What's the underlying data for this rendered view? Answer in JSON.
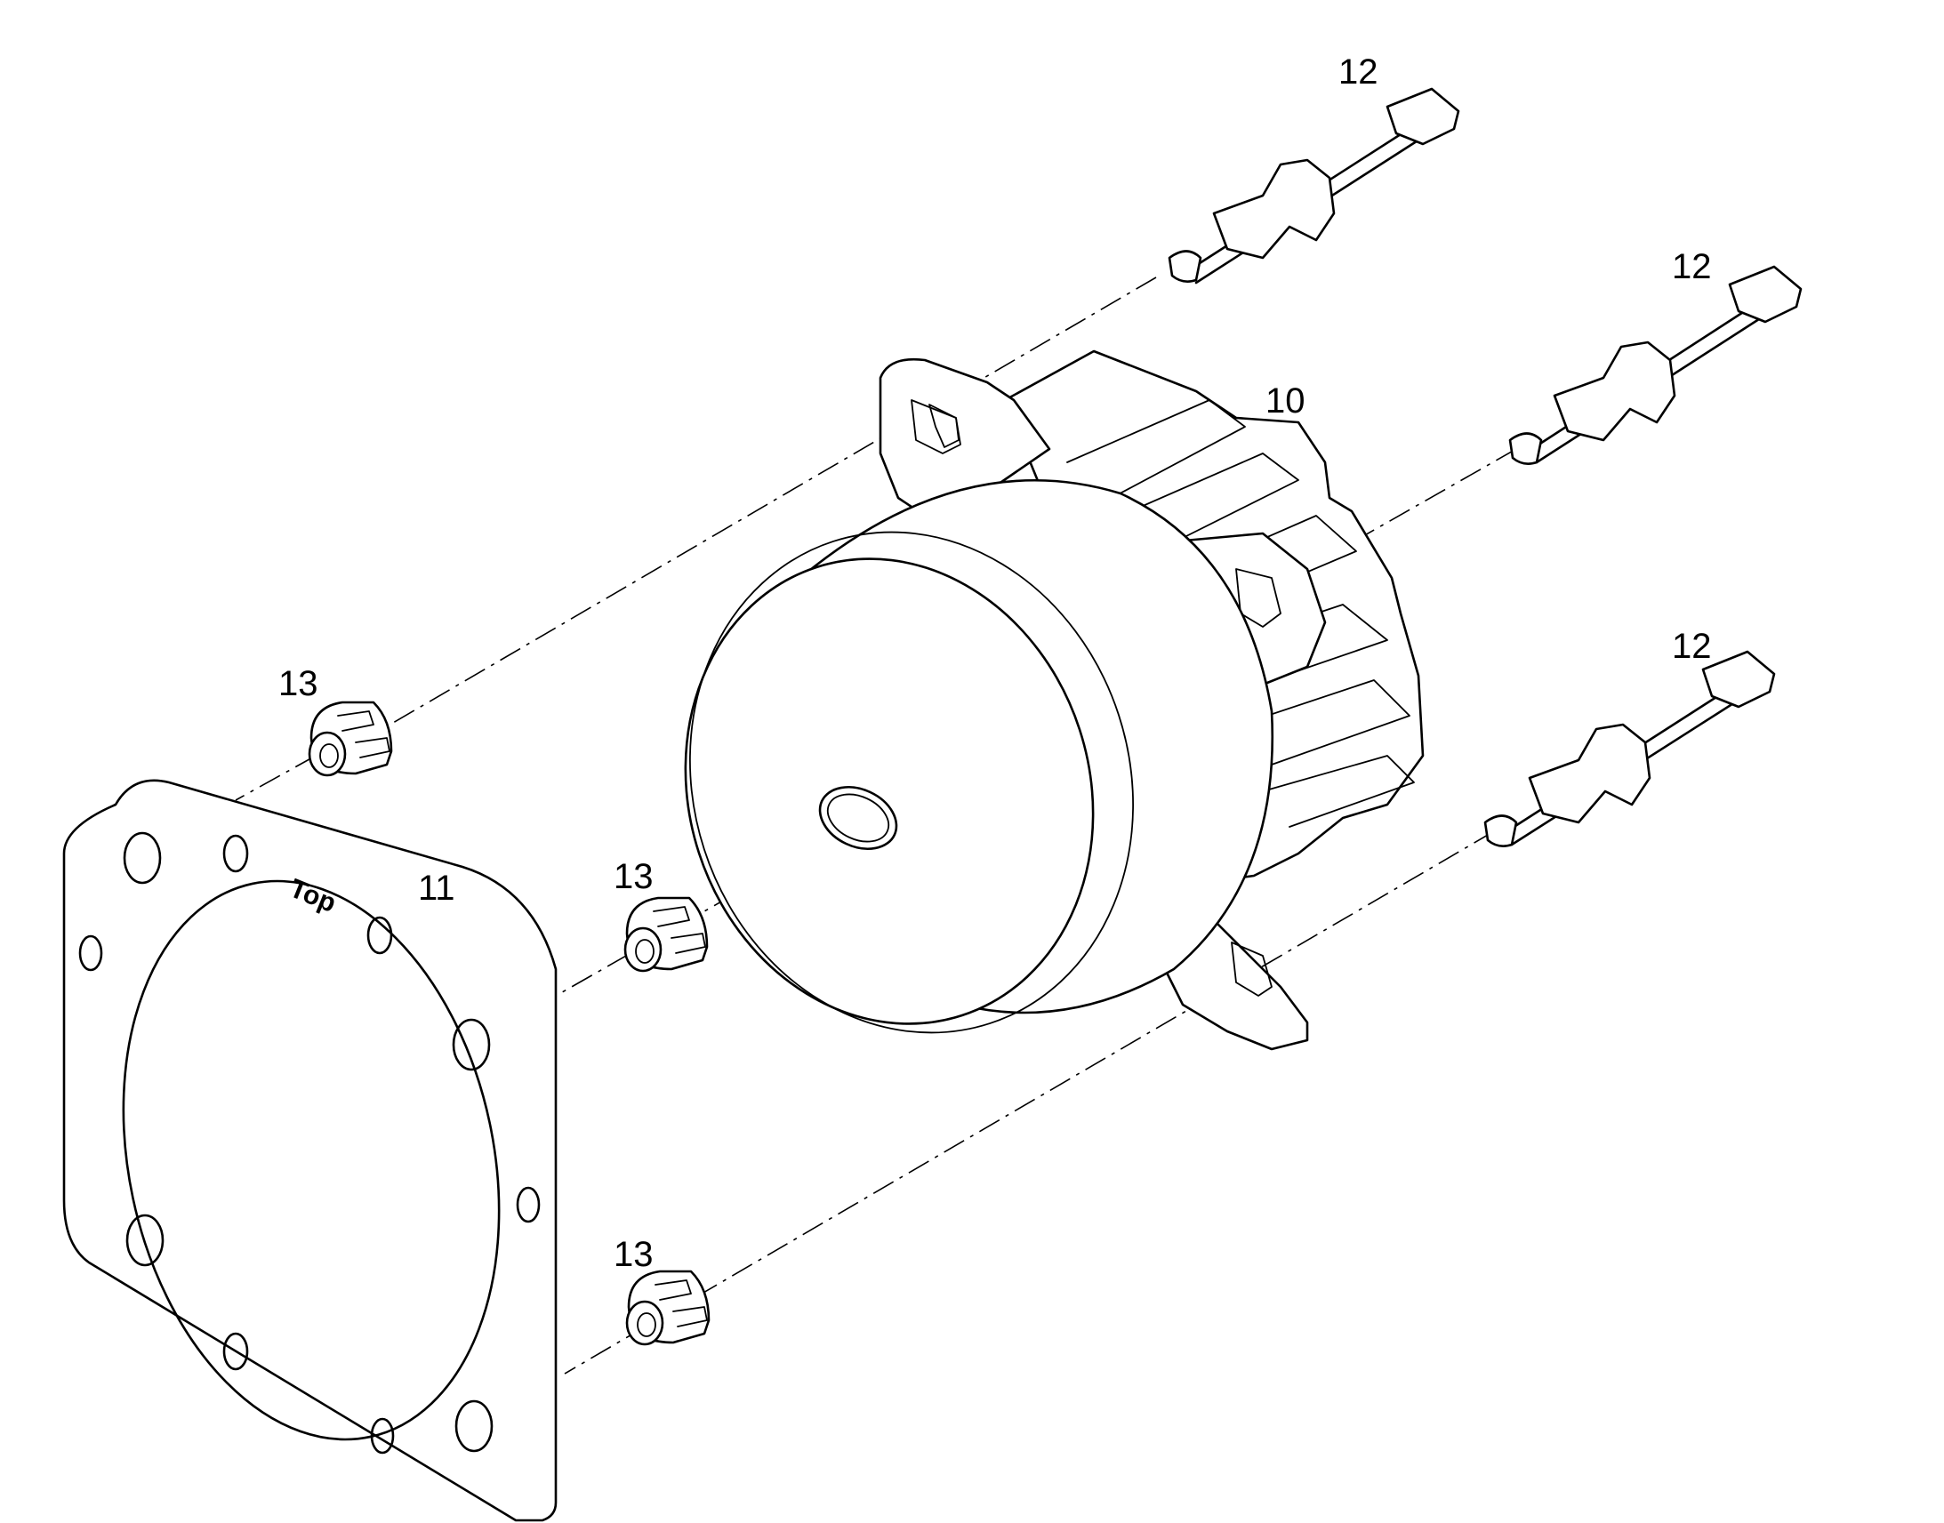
{
  "diagram": {
    "callouts": {
      "motor": "10",
      "gasket": "11",
      "connector_top": "12",
      "connector_middle": "12",
      "connector_bottom": "12",
      "nut_top": "13",
      "nut_middle": "13",
      "nut_bottom": "13"
    },
    "gasket_marking": "Top"
  }
}
